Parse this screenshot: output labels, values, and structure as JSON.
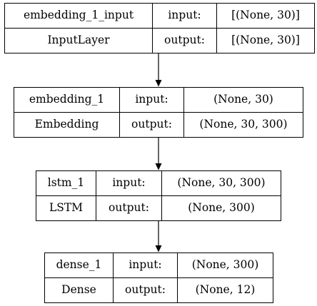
{
  "nodes": [
    {
      "name": "embedding_1_input",
      "class_name": "InputLayer",
      "input_label": "input:",
      "input_shape": "[(None, 30)]",
      "output_label": "output:",
      "output_shape": "[(None, 30)]"
    },
    {
      "name": "embedding_1",
      "class_name": "Embedding",
      "input_label": "input:",
      "input_shape": "(None, 30)",
      "output_label": "output:",
      "output_shape": "(None, 30, 300)"
    },
    {
      "name": "lstm_1",
      "class_name": "LSTM",
      "input_label": "input:",
      "input_shape": "(None, 30, 300)",
      "output_label": "output:",
      "output_shape": "(None, 300)"
    },
    {
      "name": "dense_1",
      "class_name": "Dense",
      "input_label": "input:",
      "input_shape": "(None, 300)",
      "output_label": "output:",
      "output_shape": "(None, 12)"
    }
  ],
  "edges": [
    {
      "from": 0,
      "to": 1
    },
    {
      "from": 1,
      "to": 2
    },
    {
      "from": 2,
      "to": 3
    }
  ]
}
